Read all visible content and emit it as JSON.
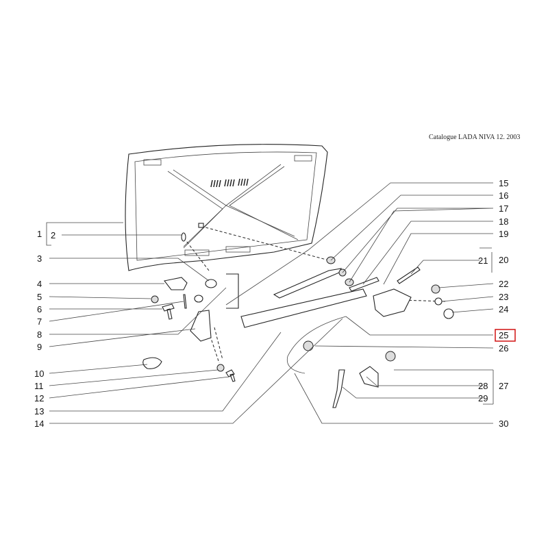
{
  "caption": "Catalogue LADA NIVA 12. 2003",
  "labels": [
    "1",
    "2",
    "3",
    "4",
    "5",
    "6",
    "7",
    "8",
    "9",
    "10",
    "11",
    "12",
    "13",
    "14",
    "15",
    "16",
    "17",
    "18",
    "19",
    "20",
    "21",
    "22",
    "23",
    "24",
    "25",
    "26",
    "27",
    "28",
    "29",
    "30"
  ],
  "highlighted_label": "25",
  "highlight_color": "#d01010"
}
